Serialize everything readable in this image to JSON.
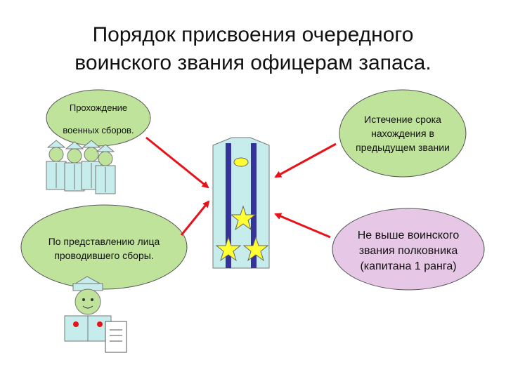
{
  "title": {
    "line1": "Порядок присвоения очередного",
    "line2": "воинского звания офицерам запаса."
  },
  "nodes": {
    "training": {
      "line1": "Прохождение",
      "line2": "военных сборов."
    },
    "term": {
      "line1": "Истечение срока",
      "line2": "нахождения в",
      "line3": "предыдущем звании"
    },
    "submission": {
      "line1": "По представлению лица",
      "line2": "проводившего сборы."
    },
    "limit": {
      "line1": "Не выше воинского",
      "line2": "звания полковника",
      "line3": "(капитана 1 ранга)"
    }
  },
  "colors": {
    "green_bubble": "#bfe39a",
    "pink_bubble": "#e6c8e6",
    "shoulder_board": "#c6ecec",
    "stripe": "#33339a",
    "star": "#ffff33",
    "arrow": "#e8121a"
  },
  "icons": [
    "soldiers-group-icon",
    "officer-icon",
    "document-scroll-icon",
    "shoulder-board-icon"
  ]
}
